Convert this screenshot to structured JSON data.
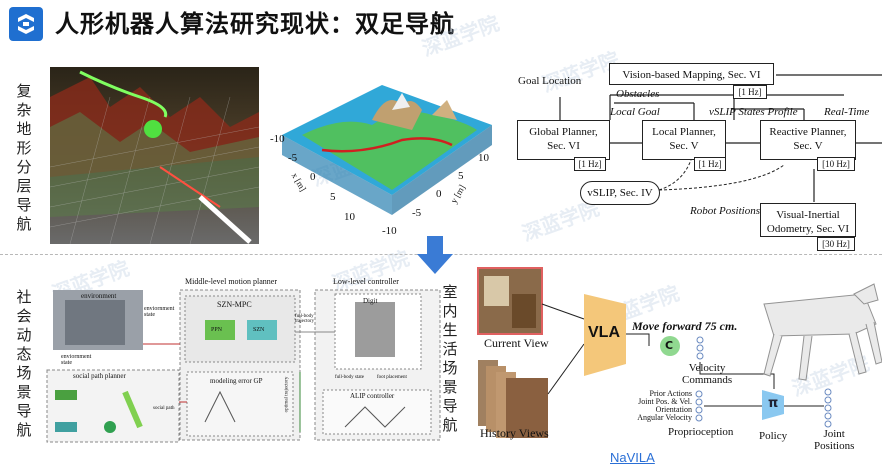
{
  "header": {
    "title": "人形机器人算法研究现状：双足导航",
    "logo": "robot-logo-icon"
  },
  "watermark": "深蓝学院",
  "sections": {
    "terrain": {
      "label": [
        "复",
        "杂",
        "地",
        "形",
        "分",
        "层",
        "导",
        "航"
      ]
    },
    "social": {
      "label": [
        "社",
        "会",
        "动",
        "态",
        "场",
        "景",
        "导",
        "航"
      ]
    },
    "indoor": {
      "label": [
        "室",
        "内",
        "生",
        "活",
        "场",
        "景",
        "导",
        "航"
      ]
    }
  },
  "terrain_plot": {
    "x_ticks": [
      "-10",
      "-5",
      "0",
      "5",
      "10"
    ],
    "y_ticks": [
      "-10",
      "-5",
      "0",
      "5",
      "10"
    ],
    "xlabel": "x [m]",
    "ylabel": "y [m]"
  },
  "planner_diagram": {
    "goal_location": "Goal Location",
    "vision_mapping": "Vision-based Mapping, Sec. VI",
    "vision_rate": "[1 Hz]",
    "obstacles": "Obstacles",
    "local_goal": "Local Goal",
    "vslip_profile": "vSLIP States Profile",
    "real_time": "Real-Time",
    "global_planner": [
      "Global Planner,",
      "Sec. VI"
    ],
    "global_rate": "[1 Hz]",
    "local_planner": [
      "Local Planner,",
      "Sec. V"
    ],
    "local_rate": "[1 Hz]",
    "reactive_planner": [
      "Reactive Planner,",
      "Sec. V"
    ],
    "reactive_rate": "[10 Hz]",
    "vslip": "vSLIP, Sec. IV",
    "robot_positions": "Robot Positions",
    "vio": [
      "Visual-Inertial",
      "Odometry, Sec. VI"
    ],
    "vio_rate": "[30 Hz]"
  },
  "social_diagram": {
    "middle_title": "Middle-level motion planner",
    "low_title": "Low-level controller",
    "environment": "environment",
    "env_state": "enviornment state",
    "env_state2": "enviornment state",
    "social_path_planner": "social path planner",
    "szn_mpc": "SZN-MPC",
    "modeling_error": "modeling error GP",
    "digit": "Digit",
    "alip": "ALIP controller",
    "full_body_traj": "full-body trajectory",
    "full_body_state": "full-body state",
    "foot_placement": "foot placement",
    "optimal_trajectory": "optimal trajectory",
    "social_path": "social path",
    "ppn": "PPN",
    "szn": "SZN"
  },
  "navila": {
    "current_view": "Current View",
    "history_views": "History Views",
    "vla": "VLA",
    "command": "Move forward 75 cm.",
    "c": "C",
    "velocity_commands": [
      "Velocity",
      "Commands"
    ],
    "prior_actions": "Prior Actions",
    "joint_pos": "Joint Pos. & Vel.",
    "orientation": "Orientation",
    "angular_velocity": "Angular Velocity",
    "proprioception": "Proprioception",
    "pi": "π",
    "policy": "Policy",
    "joint_positions": [
      "Joint",
      "Positions"
    ],
    "link": "NaVILA"
  },
  "colors": {
    "accent": "#1f6fd0",
    "arrow": "#3a7bd5",
    "link": "#2a6fd6",
    "vla": "#f4c77a"
  }
}
